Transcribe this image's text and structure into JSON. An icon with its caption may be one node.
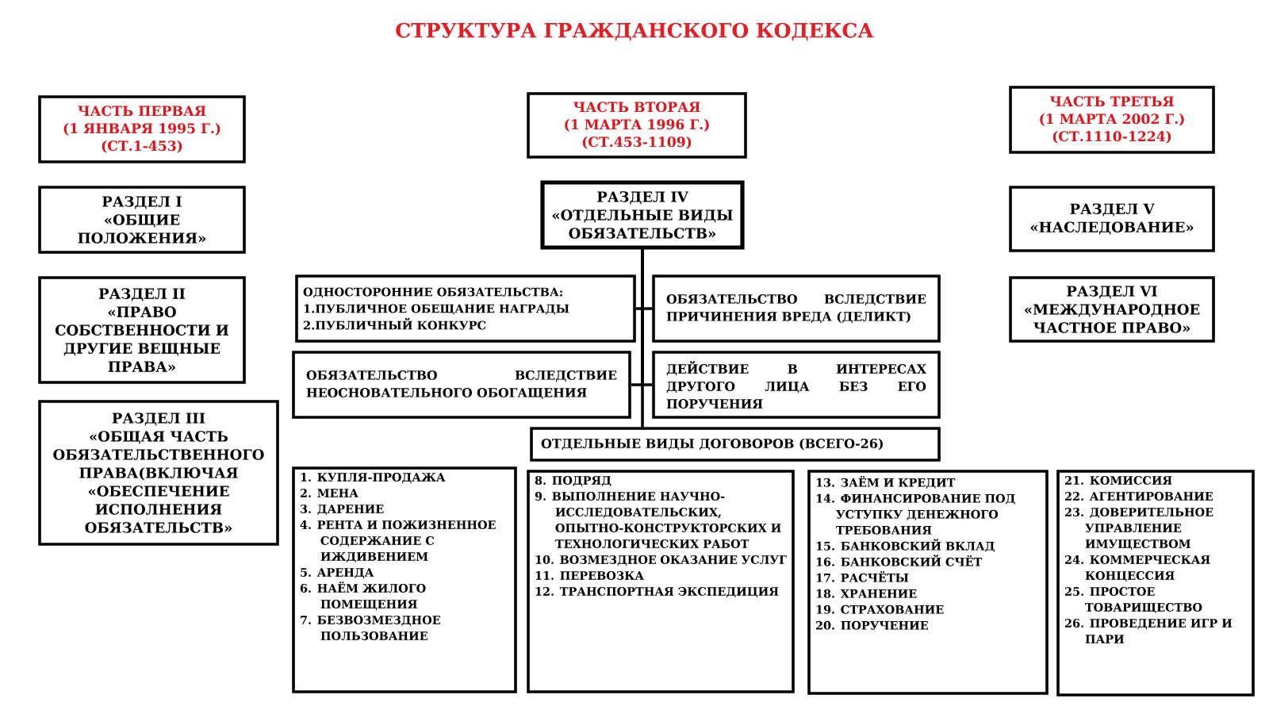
{
  "diagram": {
    "title": "СТРУКТУРА ГРАЖДАНСКОГО КОДЕКСА",
    "nodes": [
      {
        "text": [
          "ЧАСТЬ ПЕРВАЯ",
          "(1 ЯНВАРЯ 1995 Г.)",
          "(СТ.1-453)"
        ]
      },
      {
        "text": [
          "РАЗДЕЛ I",
          "«ОБЩИЕ ПОЛОЖЕНИЯ»"
        ]
      },
      {
        "text": [
          "РАЗДЕЛ II",
          "«ПРАВО СОБСТВЕННОСТИ И ДРУГИЕ ВЕЩНЫЕ ПРАВА»"
        ]
      },
      {
        "text": [
          "РАЗДЕЛ III",
          "«ОБЩАЯ ЧАСТЬ ОБЯЗАТЕЛЬСТВЕННОГО ПРАВА(ВКЛЮЧАЯ «ОБЕСПЕЧЕНИЕ ИСПОЛНЕНИЯ ОБЯЗАТЕЛЬСТВ»"
        ]
      },
      {
        "text": [
          "ЧАСТЬ ВТОРАЯ",
          "(1 МАРТА 1996 Г.)",
          "(СТ.453-1109)"
        ]
      },
      {
        "text": [
          "РАЗДЕЛ IV",
          "«ОТДЕЛЬНЫЕ ВИДЫ ОБЯЗАТЕЛЬСТВ»"
        ]
      },
      {
        "text": [
          "ОДНОСТОРОННИЕ ОБЯЗАТЕЛЬСТВА:",
          "1.ПУБЛИЧНОЕ ОБЕЩАНИЕ НАГРАДЫ",
          "2.ПУБЛИЧНЫЙ КОНКУРС"
        ]
      },
      {
        "text": [
          "ОБЯЗАТЕЛЬСТВО ВСЛЕДСТВИЕ ПРИЧИНЕНИЯ ВРЕДА (ДЕЛИКТ)"
        ]
      },
      {
        "text": [
          "ОБЯЗАТЕЛЬСТВО ВСЛЕДСТВИЕ НЕОСНОВАТЕЛЬНОГО ОБОГАЩЕНИЯ"
        ]
      },
      {
        "text": [
          "ДЕЙСТВИЕ В ИНТЕРЕСАХ ДРУГОГО ЛИЦА БЕЗ ЕГО ПОРУЧЕНИЯ"
        ]
      },
      {
        "text": [
          "ОТДЕЛЬНЫЕ ВИДЫ ДОГОВОРОВ (ВСЕГО-26)"
        ]
      },
      {
        "text": [
          "1. КУПЛЯ-ПРОДАЖА",
          "2. МЕНА",
          "3. ДАРЕНИЕ",
          "4. РЕНТА И ПОЖИЗНЕННОЕ СОДЕРЖАНИЕ С ИЖДИВЕНИЕМ",
          "5. АРЕНДА",
          "6. НАЁМ ЖИЛОГО ПОМЕЩЕНИЯ",
          "7. БЕЗВОЗМЕЗДНОЕ ПОЛЬЗОВАНИЕ"
        ]
      },
      {
        "text": [
          "8. ПОДРЯД",
          "9. ВЫПОЛНЕНИЕ НАУЧНО-ИССЛЕДОВАТЕЛЬСКИХ, ОПЫТНО-КОНСТРУКТОРСКИХ И ТЕХНОЛОГИЧЕСКИХ РАБОТ",
          "10. ВОЗМЕЗДНОЕ ОКАЗАНИЕ УСЛУГ",
          "11. ПЕРЕВОЗКА",
          "12. ТРАНСПОРТНАЯ ЭКСПЕДИЦИЯ"
        ]
      },
      {
        "text": [
          "13. ЗАЁМ И КРЕДИТ",
          "14. ФИНАНСИРОВАНИЕ ПОД УСТУПКУ ДЕНЕЖНОГО ТРЕБОВАНИЯ",
          "15. БАНКОВСКИЙ ВКЛАД",
          "16. БАНКОВСКИЙ СЧЁТ",
          "17. РАСЧЁТЫ",
          "18. ХРАНЕНИЕ",
          "19. СТРАХОВАНИЕ",
          "20. ПОРУЧЕНИЕ"
        ]
      },
      {
        "text": [
          "21. КОМИССИЯ",
          "22. АГЕНТИРОВАНИЕ",
          "23. ДОВЕРИТЕЛЬНОЕ УПРАВЛЕНИЕ ИМУЩЕСТВОМ",
          "24. КОММЕРЧЕСКАЯ КОНЦЕССИЯ",
          "25. ПРОСТОЕ ТОВАРИЩЕСТВО",
          "26. ПРОВЕДЕНИЕ ИГР И ПАРИ"
        ]
      },
      {
        "text": [
          "ЧАСТЬ ТРЕТЬЯ",
          "(1 МАРТА 2002 Г.)",
          "(СТ.1110-1224)"
        ]
      },
      {
        "text": [
          "РАЗДЕЛ V",
          "«НАСЛЕДОВАНИЕ»"
        ]
      },
      {
        "text": [
          "РАЗДЕЛ VI",
          "«МЕЖДУНАРОДНОЕ ЧАСТНОЕ ПРАВО»"
        ]
      }
    ],
    "edges": [
      {
        "from": 5,
        "to": 6,
        "arrow": "none"
      },
      {
        "from": 5,
        "to": 7,
        "arrow": "none"
      },
      {
        "from": 5,
        "to": 8,
        "arrow": "none"
      },
      {
        "from": 5,
        "to": 9,
        "arrow": "none"
      },
      {
        "from": 5,
        "to": 10,
        "arrow": "none"
      }
    ]
  }
}
